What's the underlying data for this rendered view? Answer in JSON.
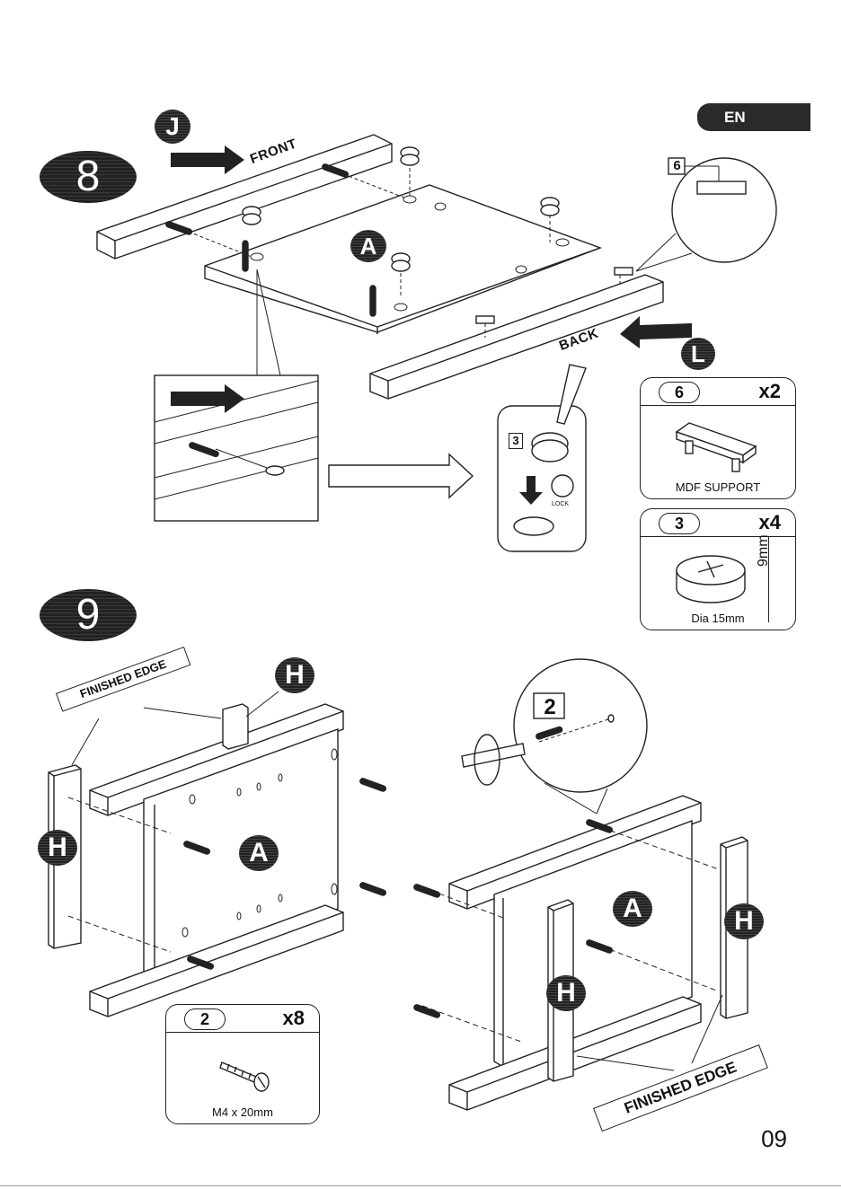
{
  "header": {
    "language": "EN"
  },
  "step8": {
    "number": "8",
    "labels": {
      "part_a": "A",
      "part_j": "J",
      "part_l": "L",
      "front": "FRONT",
      "back": "BACK"
    },
    "callouts": {
      "support_index": "6",
      "cam_index": "3",
      "lock": "LOCK"
    }
  },
  "parts": {
    "mdf_support": {
      "index": "6",
      "qty": "x2",
      "name": "MDF SUPPORT"
    },
    "cam_lock": {
      "index": "3",
      "qty": "x4",
      "height": "9mm",
      "diameter": "Dia 15mm"
    },
    "screw": {
      "index": "2",
      "qty": "x8",
      "size": "M4 x 20mm"
    }
  },
  "step9": {
    "number": "9",
    "labels": {
      "part_a": "A",
      "part_h": "H",
      "screw_index": "2"
    },
    "finished_edge": "FINISHED EDGE"
  },
  "footer": {
    "page_number": "09"
  }
}
